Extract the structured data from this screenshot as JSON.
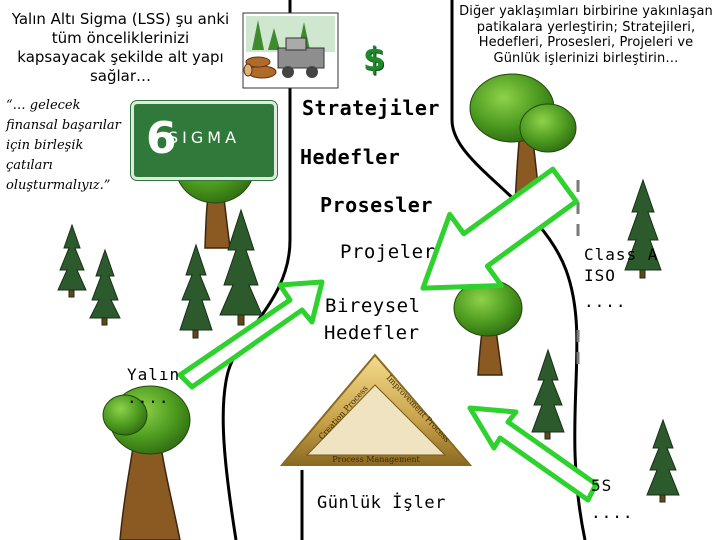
{
  "title_text": "Yalın Altı Sigma (LSS) şu anki tüm önceliklerinizi kapsayacak şekilde alt yapı sağlar…",
  "quote_text": "“… gelecek finansal başarılar için birleşik çatıları oluşturmalıyız.”",
  "right_note": "Diğer yaklaşımları birbirine yakınlaşan patikalara yerleştirin; Stratejileri, Hedefleri, Prosesleri, Projeleri ve Günlük işlerinizi birleştirin…",
  "sigma_sign": {
    "number": "6",
    "word": "SIGMA"
  },
  "dollar_sign": "$",
  "path_labels": {
    "strategies": "Stratejiler",
    "goals": "Hedefler",
    "processes": "Prosesler",
    "projects": "Projeler",
    "personal_goals_1": "Bireysel",
    "personal_goals_2": "Hedefler",
    "daily_work": "Günlük İşler"
  },
  "side_labels": {
    "lean_1": "Yalın",
    "lean_2": "....",
    "class_a_1": "Class A",
    "class_a_2": "ISO",
    "class_a_3": "....",
    "five_s_1": "5S",
    "five_s_2": "...."
  },
  "triangle": {
    "left_side": "Creation Process",
    "right_side": "Improvement Process",
    "bottom": "Process Management"
  },
  "colors": {
    "arrow_fill": "#ffffff",
    "arrow_stroke": "#2ed12e",
    "tree_leaf": "#4c9a1f",
    "tree_trunk": "#8a5a22",
    "pine": "#2c5a2c",
    "triangle_gold": "#c9a24a"
  }
}
